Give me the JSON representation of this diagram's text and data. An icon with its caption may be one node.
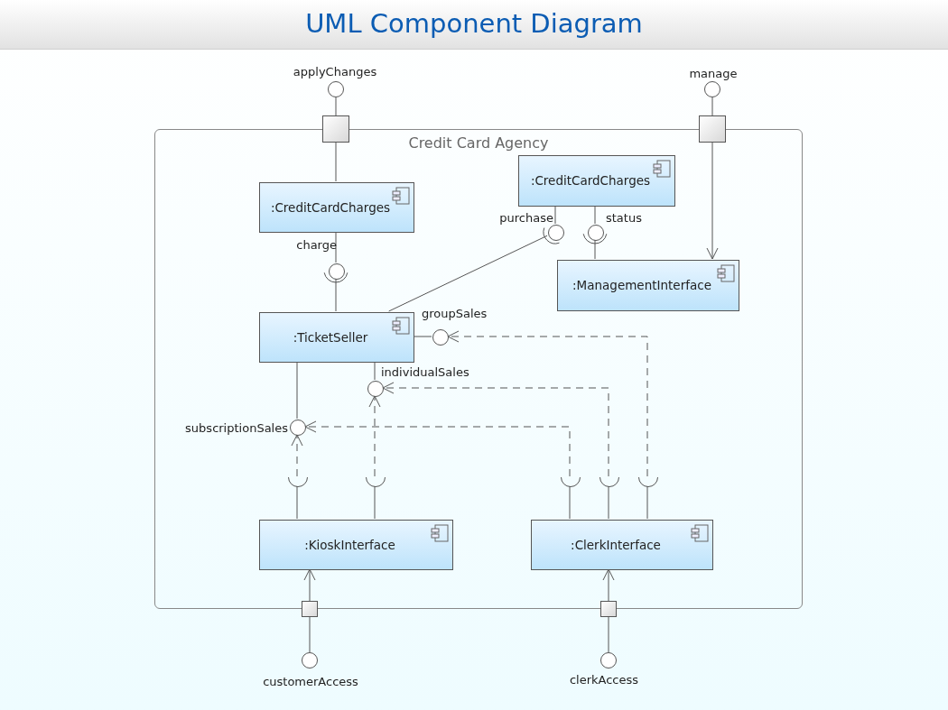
{
  "diagram": {
    "title": "UML Component Diagram",
    "nodes": [
      {
        "text": [
          "Credit Card Agency"
        ]
      },
      {
        "text": [
          ":CreditCardCharges"
        ],
        "in": 0
      },
      {
        "text": [
          ":CreditCardCharges"
        ],
        "in": 0
      },
      {
        "text": [
          ":ManagementInterface"
        ],
        "in": 0
      },
      {
        "text": [
          ":TicketSeller"
        ],
        "in": 0
      },
      {
        "text": [
          ":KioskInterface"
        ],
        "in": 0
      },
      {
        "text": [
          ":ClerkInterface"
        ],
        "in": 0
      },
      {
        "text": [],
        "shape": "box"
      },
      {
        "text": [],
        "shape": "box"
      },
      {
        "text": [],
        "shape": "box"
      },
      {
        "text": [],
        "shape": "box"
      },
      {
        "text": [
          "applyChanges"
        ]
      },
      {
        "text": [
          "manage"
        ]
      },
      {
        "text": [
          "customerAccess"
        ]
      },
      {
        "text": [
          "clerkAccess"
        ]
      },
      {
        "text": [
          "charge"
        ],
        "in": 0
      },
      {
        "text": [
          "purchase"
        ],
        "in": 0
      },
      {
        "text": [
          "status"
        ],
        "in": 0
      },
      {
        "text": [
          "groupSales"
        ],
        "in": 0
      },
      {
        "text": [
          "individualSales"
        ],
        "in": 0
      },
      {
        "text": [
          "subscriptionSales"
        ],
        "in": 0
      },
      {
        "text": [],
        "shape": "arc",
        "in": 0
      },
      {
        "text": [],
        "shape": "arc",
        "in": 0
      },
      {
        "text": [],
        "shape": "arc",
        "in": 0
      },
      {
        "text": [],
        "shape": "arc",
        "in": 0
      },
      {
        "text": [],
        "shape": "arc",
        "in": 0
      }
    ],
    "edges": [
      {
        "from": 11,
        "to": 7,
        "arrow": "none"
      },
      {
        "from": 7,
        "to": 1,
        "arrow": "none"
      },
      {
        "from": 12,
        "to": 8,
        "arrow": "none"
      },
      {
        "from": 8,
        "to": 3,
        "arrow": "to"
      },
      {
        "from": 1,
        "to": 15,
        "arrow": "none"
      },
      {
        "from": 15,
        "to": 4,
        "arrow": "none"
      },
      {
        "from": 2,
        "to": 16,
        "arrow": "none"
      },
      {
        "from": 16,
        "to": 4,
        "arrow": "none"
      },
      {
        "from": 2,
        "to": 17,
        "arrow": "none"
      },
      {
        "from": 17,
        "to": 3,
        "arrow": "none"
      },
      {
        "from": 4,
        "to": 18,
        "arrow": "none"
      },
      {
        "from": 4,
        "to": 19,
        "arrow": "none"
      },
      {
        "from": 4,
        "to": 20,
        "arrow": "none"
      },
      {
        "from": 13,
        "to": 9,
        "arrow": "none"
      },
      {
        "from": 9,
        "to": 5,
        "arrow": "to"
      },
      {
        "from": 14,
        "to": 10,
        "arrow": "none"
      },
      {
        "from": 10,
        "to": 6,
        "arrow": "to"
      },
      {
        "from": 5,
        "to": 21,
        "arrow": "none"
      },
      {
        "from": 21,
        "to": 20,
        "arrow": "to",
        "style": "dashed"
      },
      {
        "from": 5,
        "to": 22,
        "arrow": "none"
      },
      {
        "from": 22,
        "to": 19,
        "arrow": "to",
        "style": "dashed"
      },
      {
        "from": 6,
        "to": 23,
        "arrow": "none"
      },
      {
        "from": 23,
        "to": 20,
        "arrow": "to",
        "style": "dashed"
      },
      {
        "from": 6,
        "to": 24,
        "arrow": "none"
      },
      {
        "from": 24,
        "to": 19,
        "arrow": "to",
        "style": "dashed"
      },
      {
        "from": 6,
        "to": 25,
        "arrow": "none"
      },
      {
        "from": 25,
        "to": 18,
        "arrow": "to",
        "style": "dashed"
      }
    ]
  }
}
